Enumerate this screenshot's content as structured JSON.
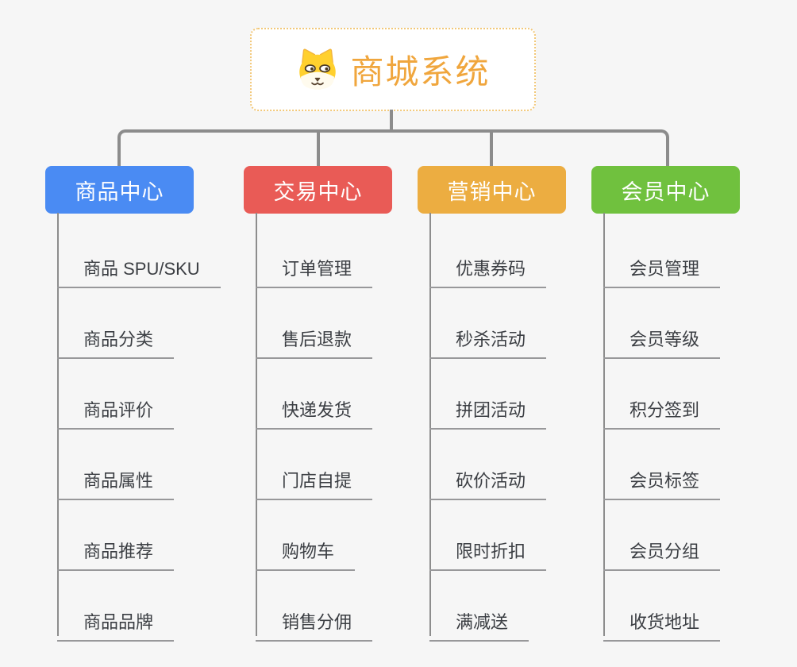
{
  "page": {
    "background_color": "#f6f6f6",
    "connector_color": "#8c8c8c"
  },
  "root": {
    "title": "商城系统",
    "icon": "dog-face-icon",
    "text_color": "#f0a63d",
    "border_color": "#f2c879"
  },
  "branches": [
    {
      "id": "product-center",
      "label": "商品中心",
      "color": "#4a8bf3",
      "children": [
        "商品 SPU/SKU",
        "商品分类",
        "商品评价",
        "商品属性",
        "商品推荐",
        "商品品牌"
      ]
    },
    {
      "id": "trade-center",
      "label": "交易中心",
      "color": "#e95b56",
      "children": [
        "订单管理",
        "售后退款",
        "快递发货",
        "门店自提",
        "购物车",
        "销售分佣"
      ]
    },
    {
      "id": "marketing-center",
      "label": "营销中心",
      "color": "#ecad41",
      "children": [
        "优惠券码",
        "秒杀活动",
        "拼团活动",
        "砍价活动",
        "限时折扣",
        "满减送"
      ]
    },
    {
      "id": "member-center",
      "label": "会员中心",
      "color": "#70c13e",
      "children": [
        "会员管理",
        "会员等级",
        "积分签到",
        "会员标签",
        "会员分组",
        "收货地址"
      ]
    }
  ]
}
